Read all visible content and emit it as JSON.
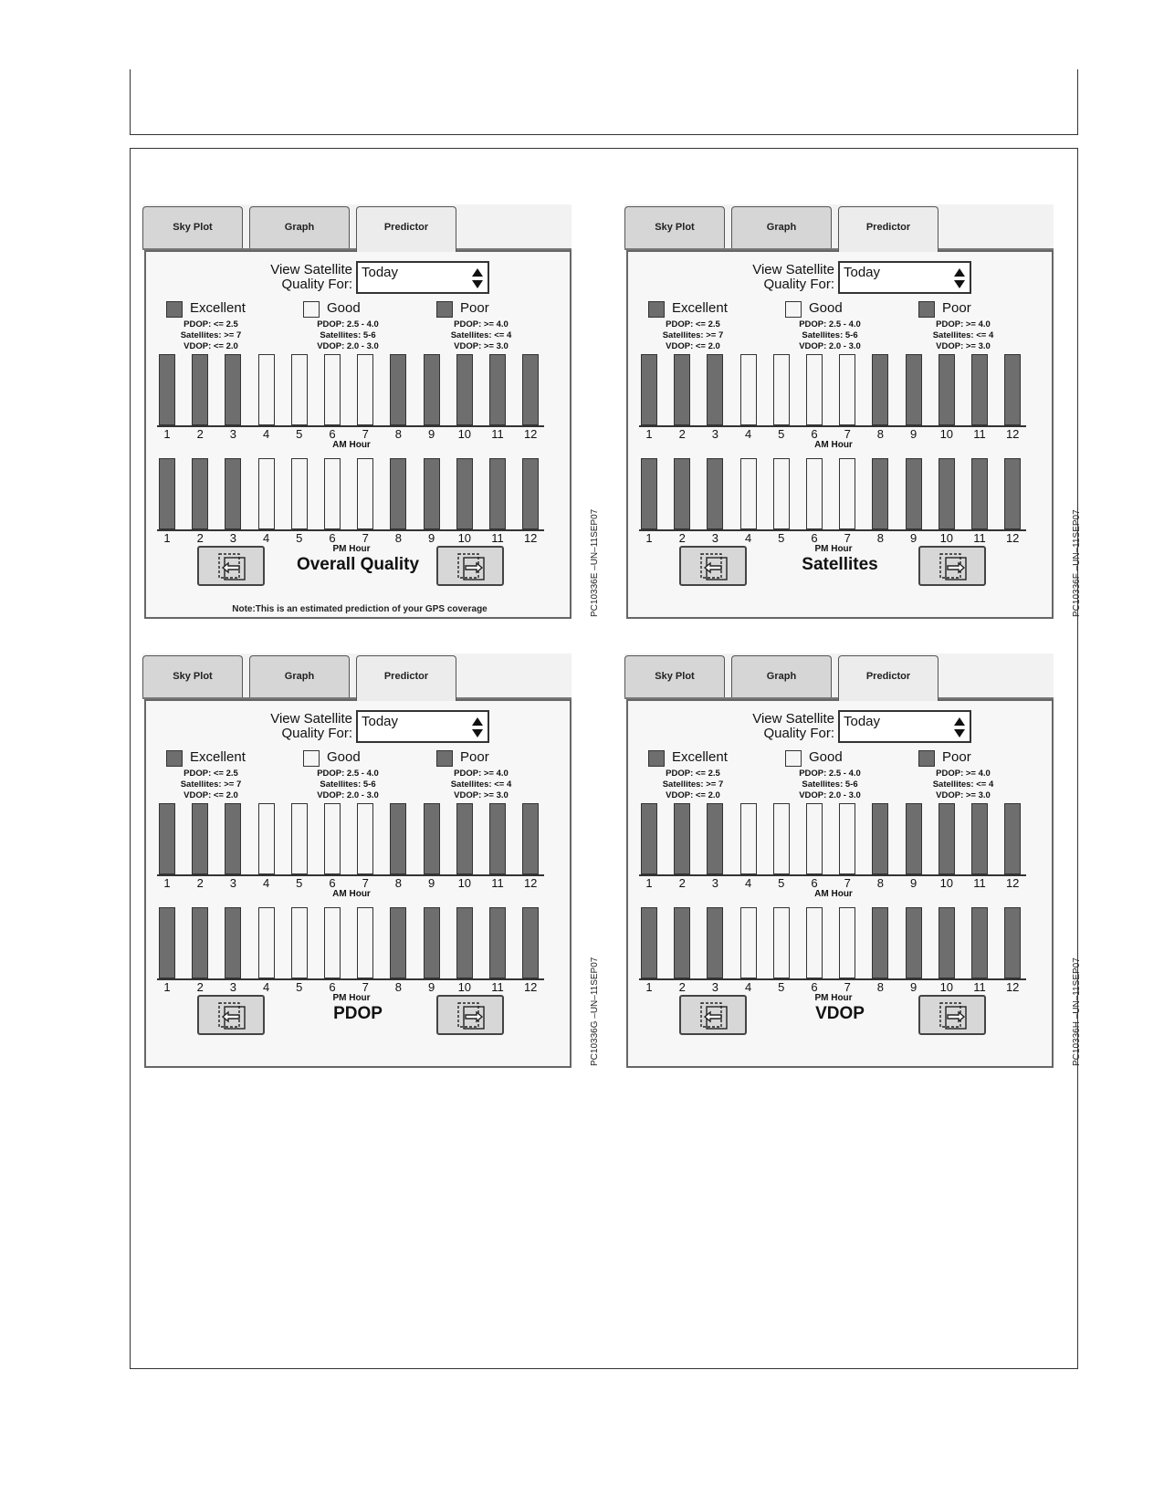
{
  "tabs": [
    "Sky Plot",
    "Graph",
    "Predictor"
  ],
  "view_label_line1": "View Satellite",
  "view_label_line2": "Quality For:",
  "select_value": "Today",
  "legend": [
    {
      "label": "Excellent",
      "color": "#6e6e6e",
      "crit": [
        "PDOP: <= 2.5",
        "Satellites: >= 7",
        "VDOP: <= 2.0"
      ]
    },
    {
      "label": "Good",
      "color": "#f6f6f6",
      "crit": [
        "PDOP: 2.5 - 4.0",
        "Satellites: 5-6",
        "VDOP: 2.0 - 3.0"
      ]
    },
    {
      "label": "Poor",
      "color": "#6e6e6e",
      "crit": [
        "PDOP: >= 4.0",
        "Satellites: <= 4",
        "VDOP: >= 3.0"
      ]
    }
  ],
  "hours": [
    "1",
    "2",
    "3",
    "4",
    "5",
    "6",
    "7",
    "8",
    "9",
    "10",
    "11",
    "12"
  ],
  "am_label": "AM Hour",
  "pm_label": "PM Hour",
  "figures": [
    {
      "metric": "Overall Quality",
      "code": "PC10336E  –UN–11SEP07",
      "note": "Note:This is an estimated prediction of your GPS coverage",
      "am": [
        "E",
        "E",
        "E",
        "G",
        "G",
        "G",
        "G",
        "P",
        "P",
        "P",
        "P",
        "P"
      ],
      "pm": [
        "E",
        "E",
        "E",
        "G",
        "G",
        "G",
        "G",
        "P",
        "P",
        "P",
        "P",
        "P"
      ]
    },
    {
      "metric": "Satellites",
      "code": "PC10336F  –UN–11SEP07",
      "note": "",
      "am": [
        "E",
        "E",
        "E",
        "G",
        "G",
        "G",
        "G",
        "P",
        "P",
        "P",
        "P",
        "P"
      ],
      "pm": [
        "E",
        "E",
        "E",
        "G",
        "G",
        "G",
        "G",
        "P",
        "P",
        "P",
        "P",
        "P"
      ]
    },
    {
      "metric": "PDOP",
      "code": "PC10336G  –UN–11SEP07",
      "note": "",
      "am": [
        "E",
        "E",
        "E",
        "G",
        "G",
        "G",
        "G",
        "P",
        "P",
        "P",
        "P",
        "P"
      ],
      "pm": [
        "E",
        "E",
        "E",
        "G",
        "G",
        "G",
        "G",
        "P",
        "P",
        "P",
        "P",
        "P"
      ]
    },
    {
      "metric": "VDOP",
      "code": "PC10336H  –UN–11SEP07",
      "note": "",
      "am": [
        "E",
        "E",
        "E",
        "G",
        "G",
        "G",
        "G",
        "P",
        "P",
        "P",
        "P",
        "P"
      ],
      "pm": [
        "E",
        "E",
        "E",
        "G",
        "G",
        "G",
        "G",
        "P",
        "P",
        "P",
        "P",
        "P"
      ]
    }
  ],
  "colors": {
    "excellent": "#6e6e6e",
    "good": "#f6f6f6",
    "poor": "#6e6e6e"
  }
}
